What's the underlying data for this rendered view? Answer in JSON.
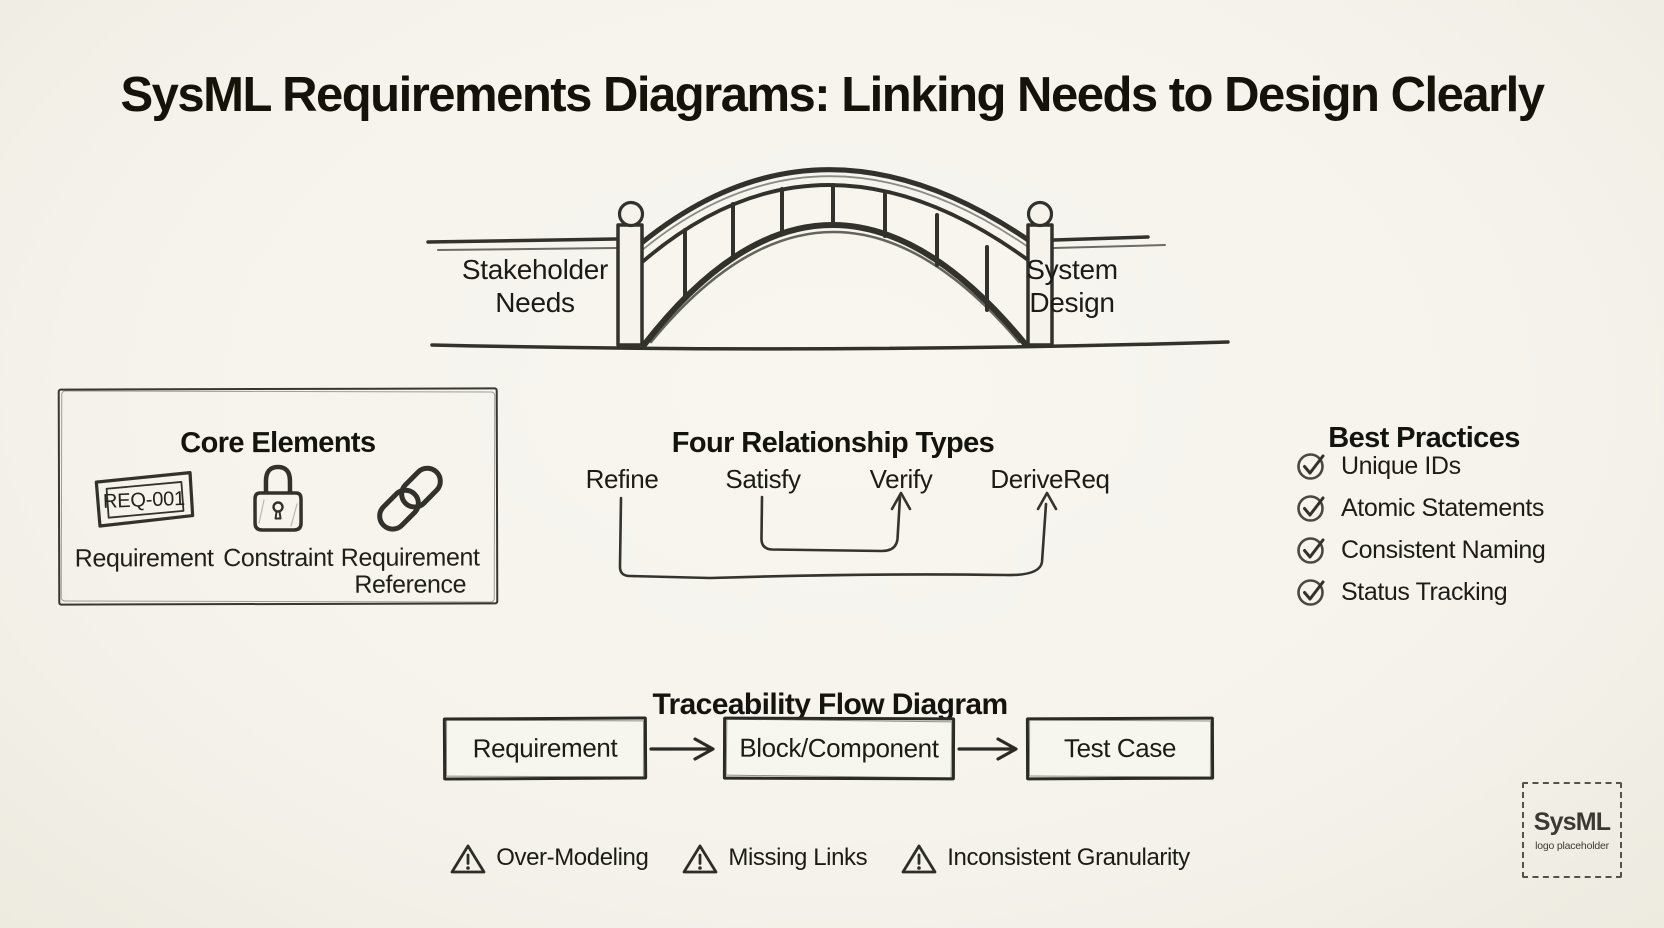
{
  "colors": {
    "paper": "#f5f3ec",
    "ink": "#1b1a16",
    "sketch": "#33312b"
  },
  "title": "SysML Requirements Diagrams: Linking Needs to Design Clearly",
  "bridge": {
    "left_label": "Stakeholder\nNeeds",
    "right_label": "System\nDesign"
  },
  "core_elements": {
    "title": "Core Elements",
    "items": [
      {
        "icon": "requirement-tag-icon",
        "tag_text": "REQ-001",
        "label": "Requirement"
      },
      {
        "icon": "padlock-icon",
        "label": "Constraint"
      },
      {
        "icon": "chain-link-icon",
        "label": "Requirement Reference"
      }
    ]
  },
  "relationships": {
    "title": "Four Relationship Types",
    "types": [
      {
        "label": "Refine"
      },
      {
        "label": "Satisfy"
      },
      {
        "label": "Verify"
      },
      {
        "label": "DeriveReq"
      }
    ]
  },
  "best_practices": {
    "title": "Best Practices",
    "items": [
      {
        "label": "Unique IDs"
      },
      {
        "label": "Atomic Statements"
      },
      {
        "label": "Consistent Naming"
      },
      {
        "label": "Status Tracking"
      }
    ]
  },
  "traceability": {
    "title": "Traceability Flow Diagram",
    "nodes": [
      {
        "label": "Requirement"
      },
      {
        "label": "Block/Component"
      },
      {
        "label": "Test Case"
      }
    ]
  },
  "pitfalls": [
    {
      "label": "Over-Modeling"
    },
    {
      "label": "Missing Links"
    },
    {
      "label": "Inconsistent Granularity"
    }
  ],
  "logo": {
    "name": "SysML",
    "caption": "logo placeholder"
  }
}
